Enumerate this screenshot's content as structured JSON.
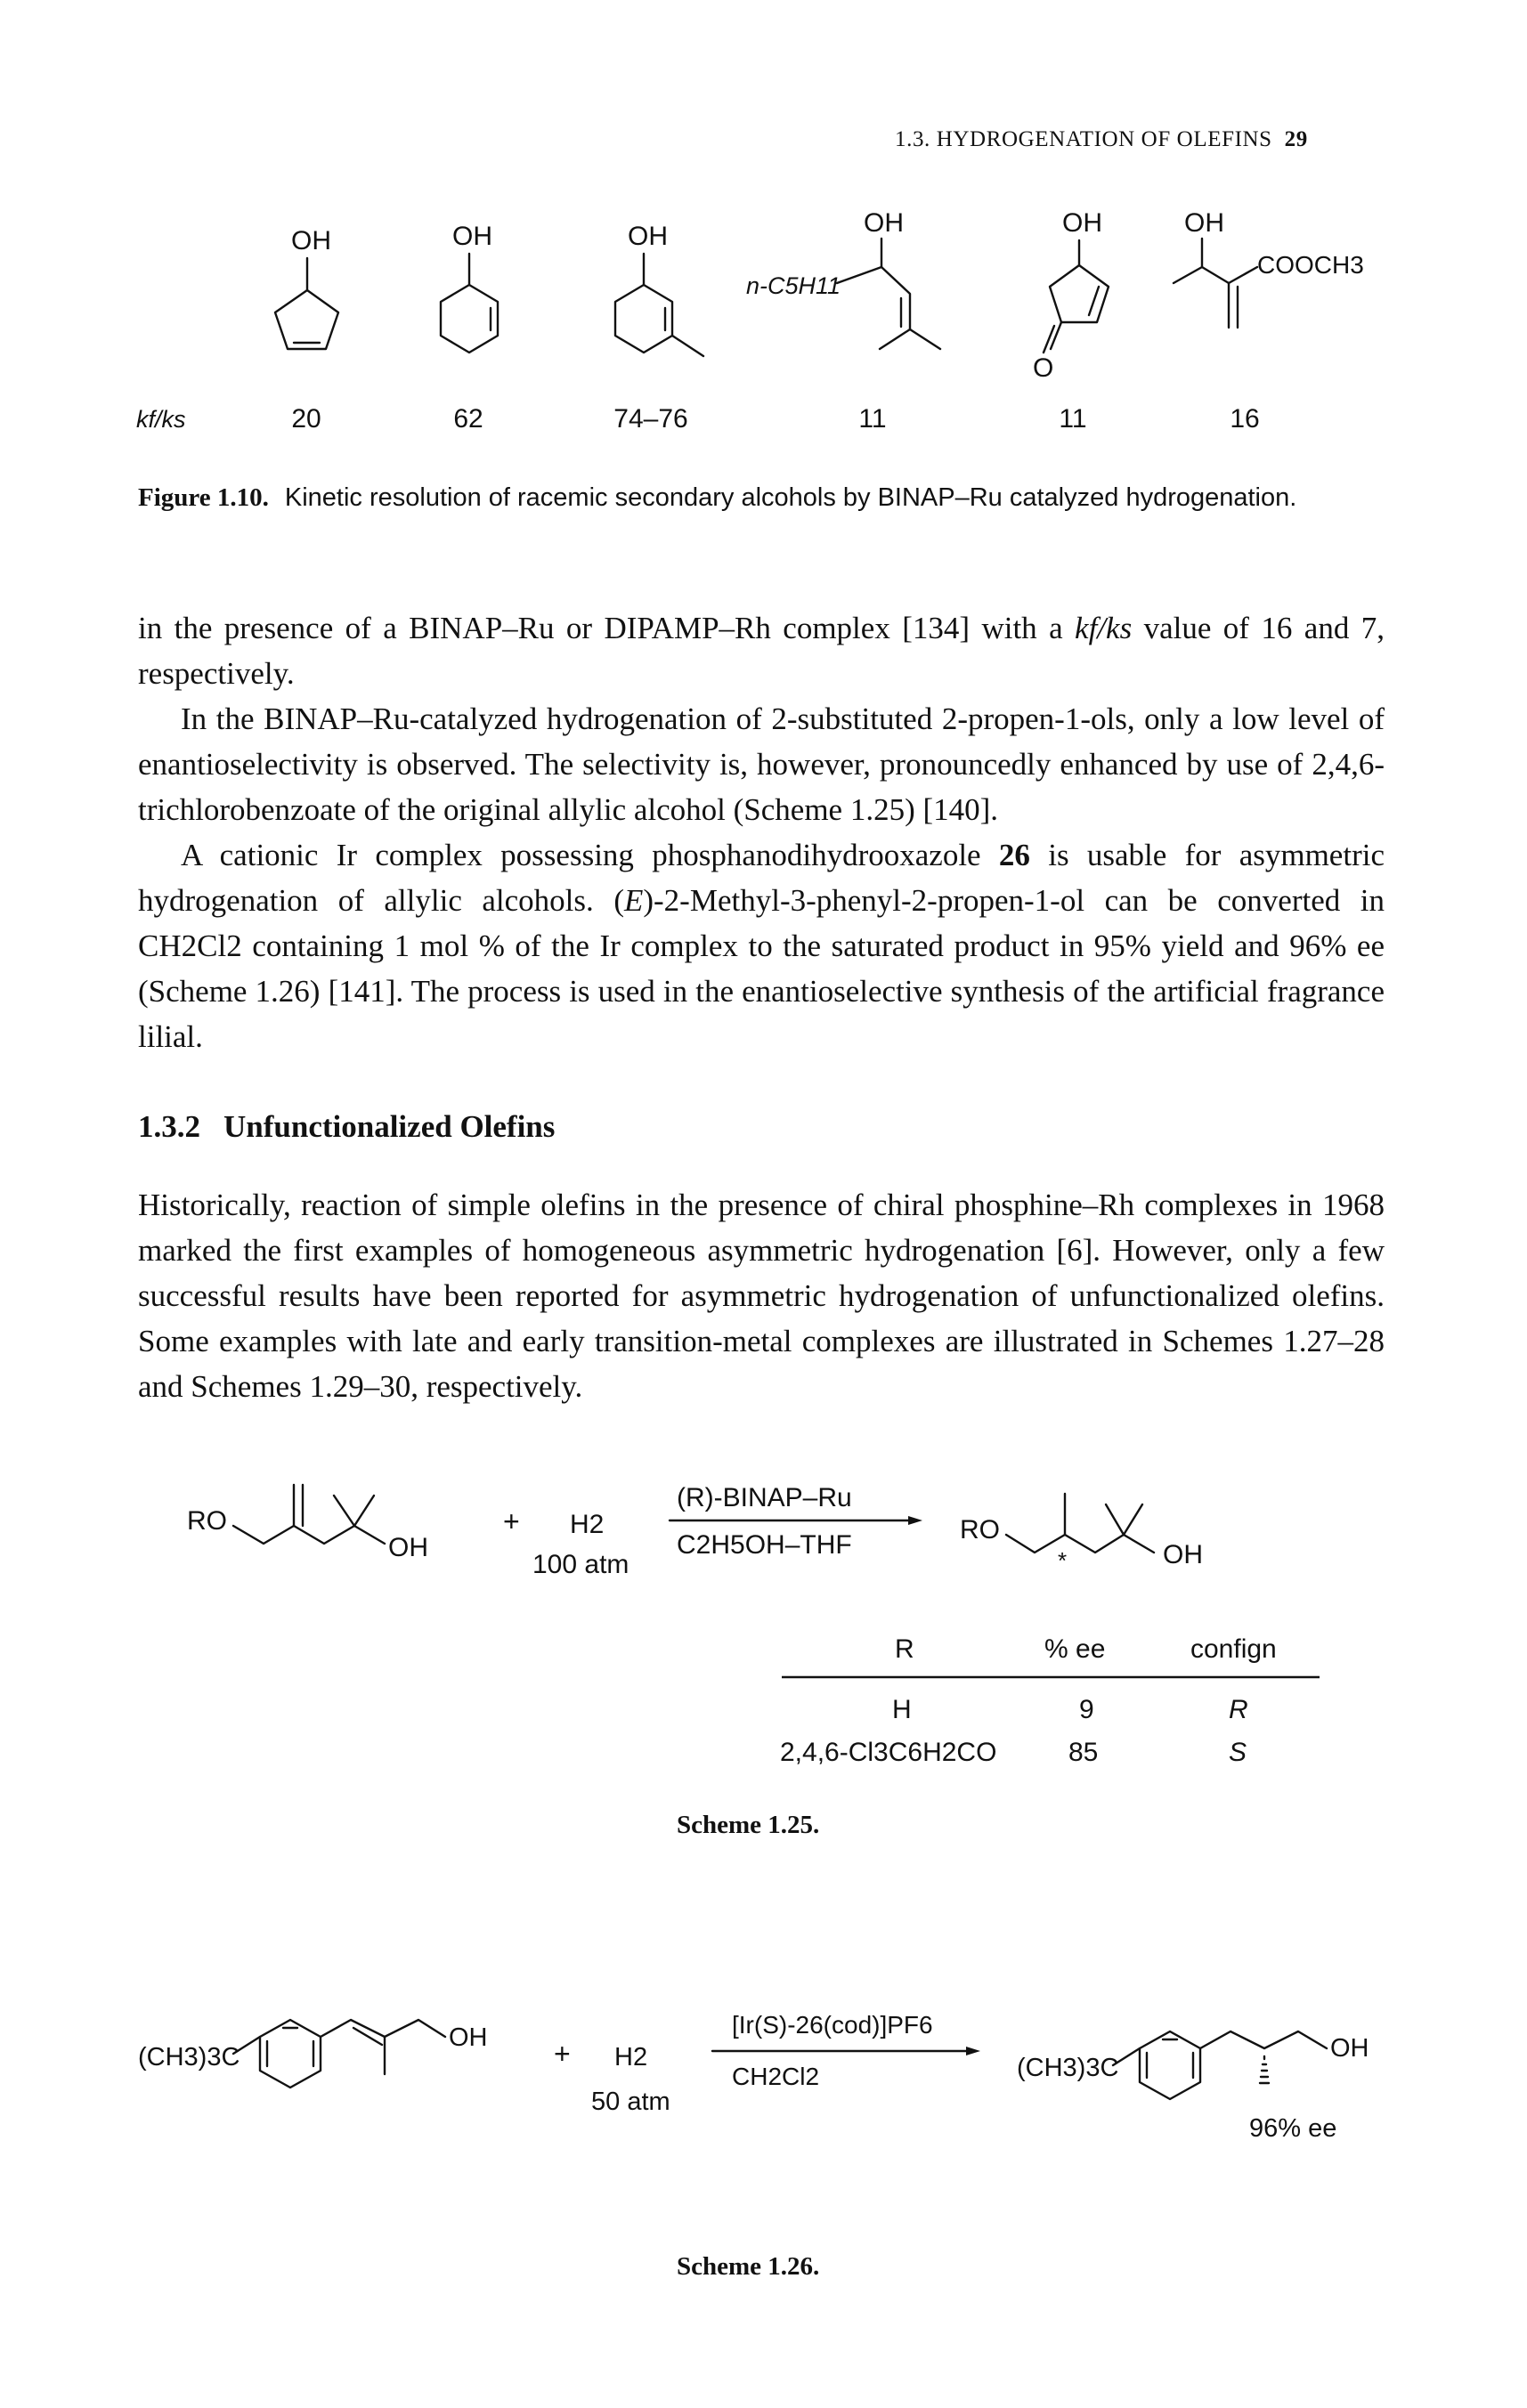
{
  "running_head": {
    "section": "1.3. HYDROGENATION OF OLEFINS",
    "page_number": "29"
  },
  "figure_1_10": {
    "ratio_label": "kf/ks",
    "substrates": [
      {
        "oh": "OH",
        "value": "20"
      },
      {
        "oh": "OH",
        "value": "62"
      },
      {
        "oh": "OH",
        "value": "74–76"
      },
      {
        "oh": "OH",
        "substituent": "n-C5H11",
        "value": "11"
      },
      {
        "oh": "OH",
        "carbonyl_o": "O",
        "value": "11"
      },
      {
        "oh": "OH",
        "substituent": "COOCH3",
        "value": "16"
      }
    ],
    "caption_label": "Figure 1.10.",
    "caption_text": "Kinetic resolution of racemic secondary alcohols by BINAP–Ru catalyzed hydrogenation."
  },
  "paragraphs": {
    "p1_before": "in the presence of a BINAP–Ru or DIPAMP–Rh complex [134] with a ",
    "p1_ratio": "kf/ks",
    "p1_after": " value of 16 and 7, respectively.",
    "p2": "In the BINAP–Ru-catalyzed hydrogenation of 2-substituted 2-propen-1-ols, only a low level of enantioselectivity is observed. The selectivity is, however, pronouncedly enhanced by use of 2,4,6-trichlorobenzoate of the original allylic alcohol (Scheme 1.25) [140].",
    "p3_part1": "A cationic Ir complex possessing phosphanodihydrooxazole ",
    "p3_compound": "26",
    "p3_part2": " is usable for asymmetric hydrogenation of allylic alcohols. (",
    "p3_stereo": "E",
    "p3_part3": ")-2-Methyl-3-phenyl-2-propen-1-ol can be converted in ",
    "p3_solvent": "CH2Cl2",
    "p3_part4": " containing 1 mol % of the Ir complex to the saturated product in 95% yield and 96% ee (Scheme 1.26) [141]. The process is used in the enantioselective synthesis of the artificial fragrance lilial.",
    "section_number": "1.3.2",
    "section_title": "Unfunctionalized Olefins",
    "p4": "Historically, reaction of simple olefins in the presence of chiral phosphine–Rh complexes in 1968 marked the first examples of homogeneous asymmetric hydrogenation [6]. However, only a few successful results have been reported for asymmetric hydrogenation of unfunctionalized olefins. Some examples with late and early transition-metal complexes are illustrated in Schemes 1.27–28 and Schemes 1.29–30, respectively."
  },
  "scheme_1_25": {
    "substrate_ro": "RO",
    "substrate_oh": "OH",
    "plus": "+",
    "h2": "H2",
    "pressure": "100 atm",
    "catalyst": "(R)-BINAP–Ru",
    "solvent": "C2H5OH–THF",
    "product_ro": "RO",
    "product_oh": "OH",
    "stereo_mark": "*",
    "table_headers": [
      "R",
      "% ee",
      "confign"
    ],
    "table_rows": [
      [
        "H",
        "9",
        "R"
      ],
      [
        "2,4,6-Cl3C6H2CO",
        "85",
        "S"
      ]
    ],
    "caption": "Scheme 1.25."
  },
  "scheme_1_26": {
    "substrate_tbu": "(CH3)3C",
    "substrate_oh": "OH",
    "plus": "+",
    "h2": "H2",
    "pressure": "50 atm",
    "catalyst": "[Ir(S)-26(cod)]PF6",
    "solvent": "CH2Cl2",
    "product_tbu": "(CH3)3C",
    "product_oh": "OH",
    "ee": "96% ee",
    "caption": "Scheme 1.26."
  }
}
